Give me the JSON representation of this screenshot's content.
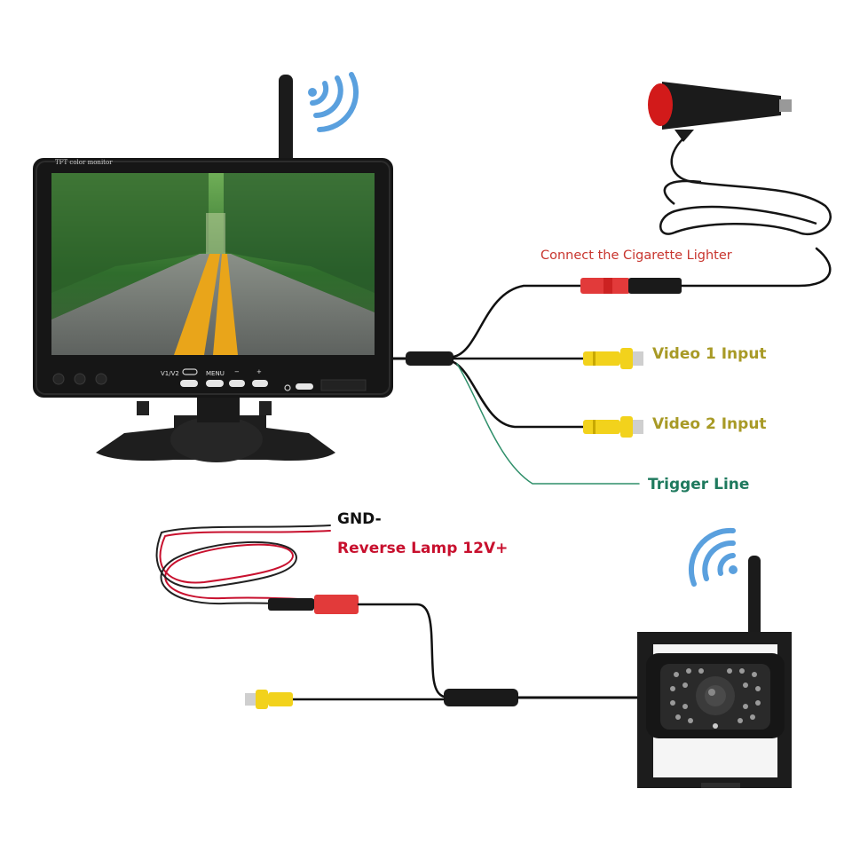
{
  "labels": {
    "lighter": "Connect the Cigarette Lighter",
    "video1": "Video 1 Input",
    "video2": "Video 2 Input",
    "trigger": "Trigger Line",
    "gnd": "GND-",
    "reverse": "Reverse Lamp 12V+"
  },
  "monitor": {
    "brand_text": "TFT color monitor",
    "buttons": [
      "V1/V2",
      "MENU",
      "−",
      "+"
    ]
  },
  "icons": [
    "wifi-signal-icon",
    "wifi-signal-icon"
  ],
  "colors": {
    "wifi": "#5aa0de",
    "rca_yellow": "#f2d21c",
    "rca_red": "#e23a3a",
    "trigger_wire": "#3a9a7a",
    "power_red": "#c8102e",
    "label_olive": "#a89a26"
  }
}
